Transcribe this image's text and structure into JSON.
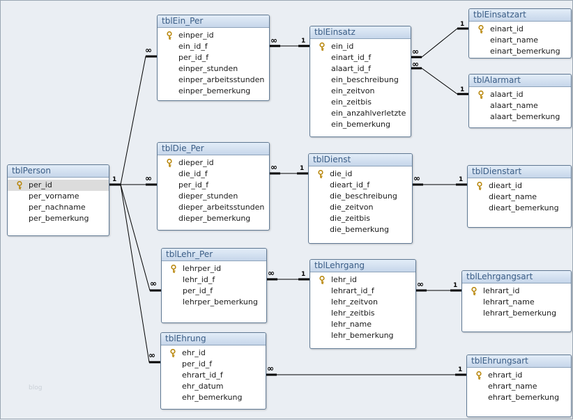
{
  "tables": {
    "tblEin_Per": {
      "title": "tblEin_Per",
      "fields": [
        {
          "name": "einper_id",
          "key": true
        },
        {
          "name": "ein_id_f"
        },
        {
          "name": "per_id_f"
        },
        {
          "name": "einper_stunden"
        },
        {
          "name": "einper_arbeitsstunden"
        },
        {
          "name": "einper_bemerkung"
        }
      ]
    },
    "tblEinsatz": {
      "title": "tblEinsatz",
      "fields": [
        {
          "name": "ein_id",
          "key": true
        },
        {
          "name": "einart_id_f"
        },
        {
          "name": "alaart_id_f"
        },
        {
          "name": "ein_beschreibung"
        },
        {
          "name": "ein_zeitvon"
        },
        {
          "name": "ein_zeitbis"
        },
        {
          "name": "ein_anzahlverletzte"
        },
        {
          "name": "ein_bemerkung"
        }
      ]
    },
    "tblEinsatzart": {
      "title": "tblEinsatzart",
      "fields": [
        {
          "name": "einart_id",
          "key": true
        },
        {
          "name": "einart_name"
        },
        {
          "name": "einart_bemerkung"
        }
      ]
    },
    "tblAlarmart": {
      "title": "tblAlarmart",
      "fields": [
        {
          "name": "alaart_id",
          "key": true
        },
        {
          "name": "alaart_name"
        },
        {
          "name": "alaart_bemerkung"
        }
      ]
    },
    "tblPerson": {
      "title": "tblPerson",
      "fields": [
        {
          "name": "per_id",
          "key": true,
          "selected": true
        },
        {
          "name": "per_vorname"
        },
        {
          "name": "per_nachname"
        },
        {
          "name": "per_bemerkung"
        }
      ]
    },
    "tblDie_Per": {
      "title": "tblDie_Per",
      "fields": [
        {
          "name": "dieper_id",
          "key": true
        },
        {
          "name": "die_id_f"
        },
        {
          "name": "per_id_f"
        },
        {
          "name": "dieper_stunden"
        },
        {
          "name": "dieper_arbeitsstunden"
        },
        {
          "name": "dieper_bemerkung"
        }
      ]
    },
    "tblDienst": {
      "title": "tblDienst",
      "fields": [
        {
          "name": "die_id",
          "key": true
        },
        {
          "name": "dieart_id_f"
        },
        {
          "name": "die_beschreibung"
        },
        {
          "name": "die_zeitvon"
        },
        {
          "name": "die_zeitbis"
        },
        {
          "name": "die_bemerkung"
        }
      ]
    },
    "tblDienstart": {
      "title": "tblDienstart",
      "fields": [
        {
          "name": "dieart_id",
          "key": true
        },
        {
          "name": "dieart_name"
        },
        {
          "name": "dieart_bemerkung"
        }
      ]
    },
    "tblLehr_Per": {
      "title": "tblLehr_Per",
      "fields": [
        {
          "name": "lehrper_id",
          "key": true
        },
        {
          "name": "lehr_id_f"
        },
        {
          "name": "per_id_f"
        },
        {
          "name": "lehrper_bemerkung"
        }
      ]
    },
    "tblLehrgang": {
      "title": "tblLehrgang",
      "fields": [
        {
          "name": "lehr_id",
          "key": true
        },
        {
          "name": "lehrart_id_f"
        },
        {
          "name": "lehr_zeitvon"
        },
        {
          "name": "lehr_zeitbis"
        },
        {
          "name": "lehr_name"
        },
        {
          "name": "lehr_bemerkung"
        }
      ]
    },
    "tblLehrgangsart": {
      "title": "tblLehrgangsart",
      "fields": [
        {
          "name": "lehrart_id",
          "key": true
        },
        {
          "name": "lehrart_name"
        },
        {
          "name": "lehrart_bemerkung"
        }
      ]
    },
    "tblEhrung": {
      "title": "tblEhrung",
      "fields": [
        {
          "name": "ehr_id",
          "key": true
        },
        {
          "name": "per_id_f"
        },
        {
          "name": "ehrart_id_f"
        },
        {
          "name": "ehr_datum"
        },
        {
          "name": "ehr_bemerkung"
        }
      ]
    },
    "tblEhrungsart": {
      "title": "tblEhrungsart",
      "fields": [
        {
          "name": "ehrart_id",
          "key": true
        },
        {
          "name": "ehrart_name"
        },
        {
          "name": "ehrart_bemerkung"
        }
      ]
    }
  },
  "relationships": [
    {
      "from": "tblPerson",
      "from_card": "1",
      "to": "tblEin_Per",
      "to_card": "∞"
    },
    {
      "from": "tblPerson",
      "from_card": "1",
      "to": "tblDie_Per",
      "to_card": "∞"
    },
    {
      "from": "tblPerson",
      "from_card": "1",
      "to": "tblLehr_Per",
      "to_card": "∞"
    },
    {
      "from": "tblPerson",
      "from_card": "1",
      "to": "tblEhrung",
      "to_card": "∞"
    },
    {
      "from": "tblEinsatz",
      "from_card": "1",
      "to": "tblEin_Per",
      "to_card": "∞"
    },
    {
      "from": "tblEinsatzart",
      "from_card": "1",
      "to": "tblEinsatz",
      "to_card": "∞"
    },
    {
      "from": "tblAlarmart",
      "from_card": "1",
      "to": "tblEinsatz",
      "to_card": "∞"
    },
    {
      "from": "tblDienst",
      "from_card": "1",
      "to": "tblDie_Per",
      "to_card": "∞"
    },
    {
      "from": "tblDienstart",
      "from_card": "1",
      "to": "tblDienst",
      "to_card": "∞"
    },
    {
      "from": "tblLehrgang",
      "from_card": "1",
      "to": "tblLehr_Per",
      "to_card": "∞"
    },
    {
      "from": "tblLehrgangsart",
      "from_card": "1",
      "to": "tblLehrgang",
      "to_card": "∞"
    },
    {
      "from": "tblEhrungsart",
      "from_card": "1",
      "to": "tblEhrung",
      "to_card": "∞"
    }
  ],
  "faint_text": "blog",
  "colors": {
    "title_text": "#3a5d86",
    "border": "#5f7892",
    "background": "#eaeef3"
  }
}
